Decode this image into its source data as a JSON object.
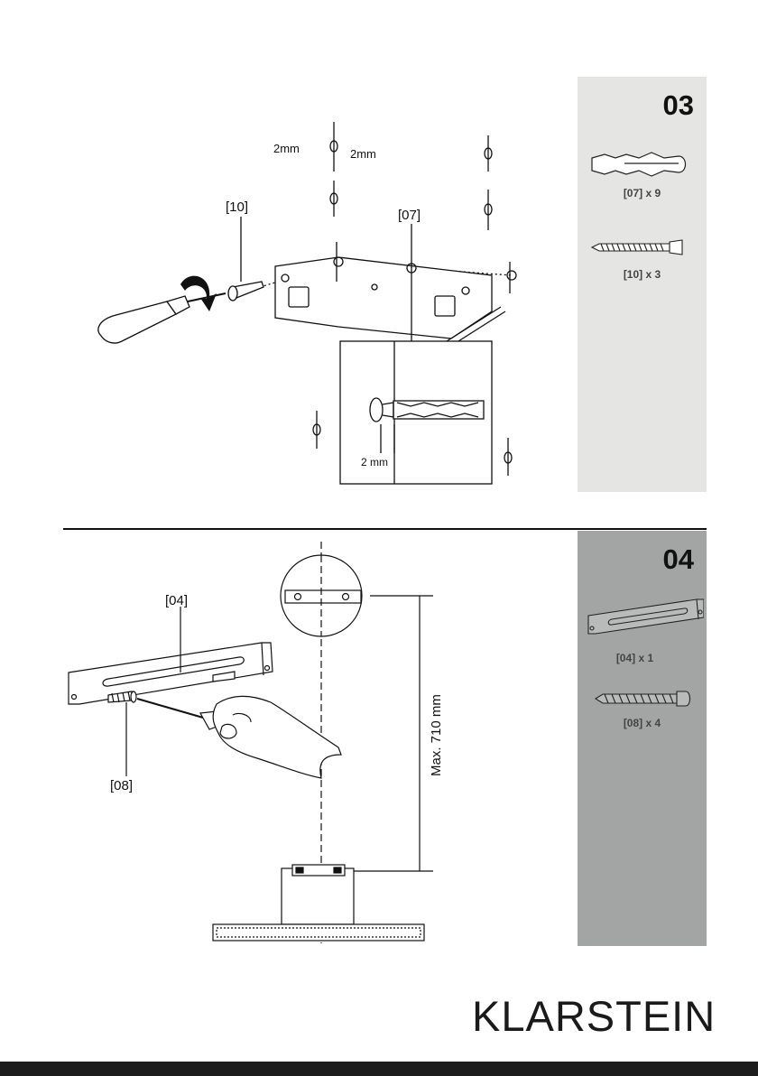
{
  "step03": {
    "number": "03",
    "labels": {
      "dim_a": "2mm",
      "dim_b": "2mm",
      "part_screw": "[10]",
      "part_anchor": "[07]",
      "detail_dim": "2 mm"
    },
    "parts": [
      {
        "icon": "wall-anchor-icon",
        "label": "[07] x 9"
      },
      {
        "icon": "wood-screw-icon",
        "label": "[10] x 3"
      }
    ]
  },
  "step04": {
    "number": "04",
    "labels": {
      "part_bracket": "[04]",
      "part_screw": "[08]",
      "max_distance": "Max. 710 mm"
    },
    "parts": [
      {
        "icon": "mounting-bracket-icon",
        "label": "[04] x 1"
      },
      {
        "icon": "machine-screw-icon",
        "label": "[08] x 4"
      }
    ]
  },
  "brand": "KLARSTEIN"
}
